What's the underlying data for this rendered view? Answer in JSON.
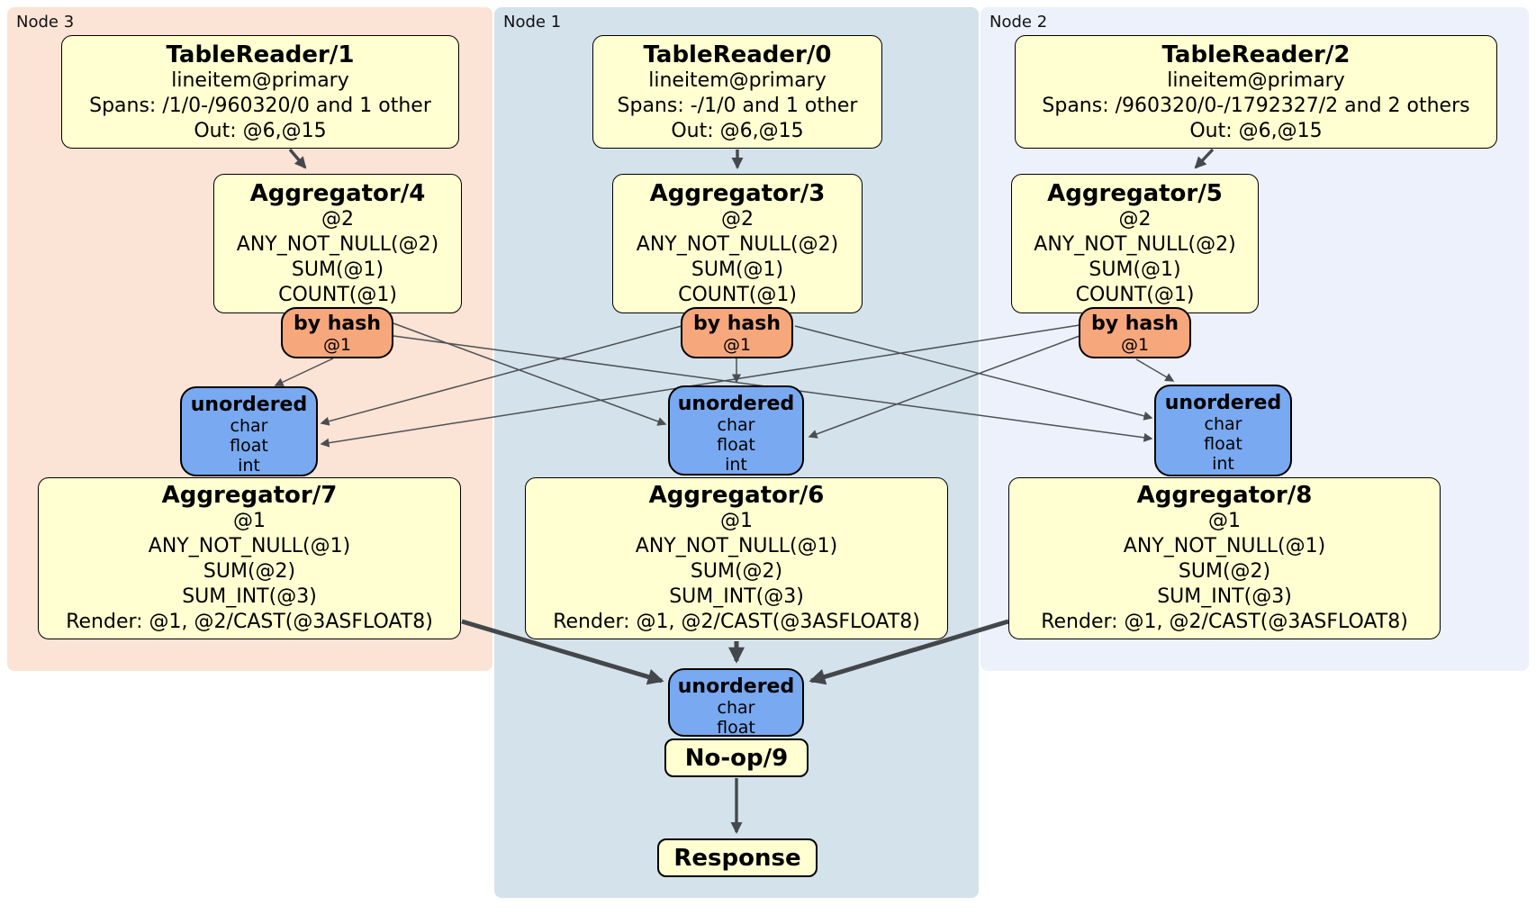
{
  "panels": [
    {
      "label": "Node 3"
    },
    {
      "label": "Node 1"
    },
    {
      "label": "Node 2"
    }
  ],
  "boxes": {
    "tr1": {
      "title": "TableReader/1",
      "lines": [
        "lineitem@primary",
        "Spans: /1/0-/960320/0 and 1 other",
        "Out: @6,@15"
      ]
    },
    "tr0": {
      "title": "TableReader/0",
      "lines": [
        "lineitem@primary",
        "Spans: -/1/0 and 1 other",
        "Out: @6,@15"
      ]
    },
    "tr2": {
      "title": "TableReader/2",
      "lines": [
        "lineitem@primary",
        "Spans: /960320/0-/1792327/2 and 2 others",
        "Out: @6,@15"
      ]
    },
    "agg4": {
      "title": "Aggregator/4",
      "lines": [
        "@2",
        "ANY_NOT_NULL(@2)",
        "SUM(@1)",
        "COUNT(@1)"
      ]
    },
    "agg3": {
      "title": "Aggregator/3",
      "lines": [
        "@2",
        "ANY_NOT_NULL(@2)",
        "SUM(@1)",
        "COUNT(@1)"
      ]
    },
    "agg5": {
      "title": "Aggregator/5",
      "lines": [
        "@2",
        "ANY_NOT_NULL(@2)",
        "SUM(@1)",
        "COUNT(@1)"
      ]
    },
    "hash_left": {
      "title": "by hash",
      "lines": [
        "@1"
      ]
    },
    "hash_center": {
      "title": "by hash",
      "lines": [
        "@1"
      ]
    },
    "hash_right": {
      "title": "by hash",
      "lines": [
        "@1"
      ]
    },
    "sync_left": {
      "title": "unordered",
      "lines": [
        "char",
        "float",
        "int"
      ]
    },
    "sync_center": {
      "title": "unordered",
      "lines": [
        "char",
        "float",
        "int"
      ]
    },
    "sync_right": {
      "title": "unordered",
      "lines": [
        "char",
        "float",
        "int"
      ]
    },
    "agg7": {
      "title": "Aggregator/7",
      "lines": [
        "@1",
        "ANY_NOT_NULL(@1)",
        "SUM(@2)",
        "SUM_INT(@3)",
        "Render: @1, @2/CAST(@3ASFLOAT8)"
      ]
    },
    "agg6": {
      "title": "Aggregator/6",
      "lines": [
        "@1",
        "ANY_NOT_NULL(@1)",
        "SUM(@2)",
        "SUM_INT(@3)",
        "Render: @1, @2/CAST(@3ASFLOAT8)"
      ]
    },
    "agg8": {
      "title": "Aggregator/8",
      "lines": [
        "@1",
        "ANY_NOT_NULL(@1)",
        "SUM(@2)",
        "SUM_INT(@3)",
        "Render: @1, @2/CAST(@3ASFLOAT8)"
      ]
    },
    "sync_bottom": {
      "title": "unordered",
      "lines": [
        "char",
        "float"
      ]
    },
    "noop": {
      "title": "No-op/9"
    },
    "response": {
      "title": "Response"
    }
  },
  "colors": {
    "node3_bg": "#fbe3d5",
    "node1_bg": "#d4e2ec",
    "node2_bg": "#ecf1fb",
    "processor_fill": "#ffffd1",
    "router_fill": "#f7a77c",
    "sync_fill": "#79a9f0",
    "edge": "#4a4e52"
  }
}
